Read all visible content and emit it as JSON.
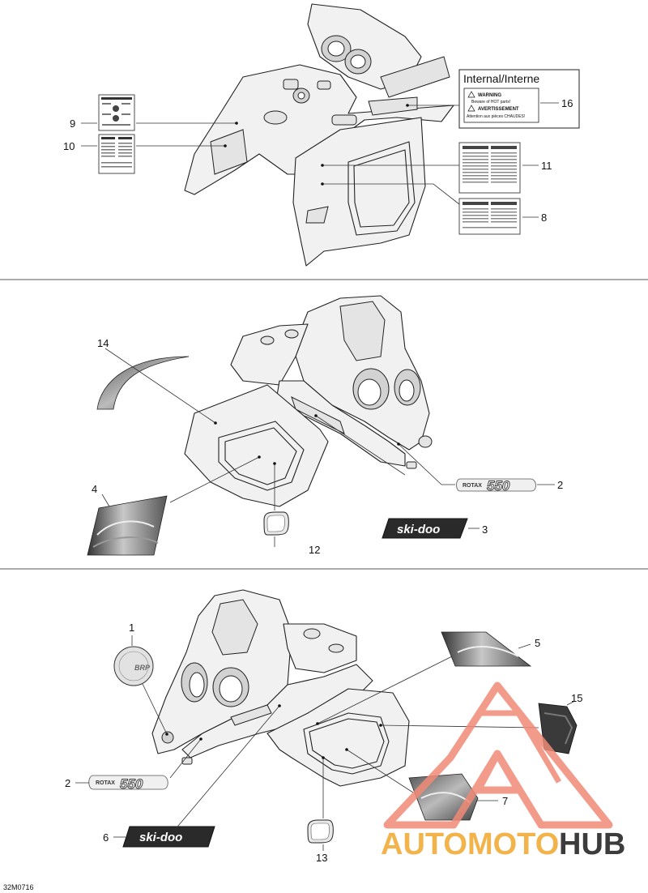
{
  "watermark": {
    "brand_left": "AUTOMOTO",
    "brand_right": "HUB",
    "accent_color": "#f08a76",
    "brand_left_color": "#f2b34a",
    "brand_right_color": "#3c3c3c"
  },
  "figure_code": "32M0716",
  "labels": {
    "internal_box_title": "Internal/Interne",
    "warning_heading": "WARNING",
    "warning_line": "Beware of HOT parts!",
    "avertissement_heading": "AVERTISSEMENT",
    "avertissement_line": "Attention aux pièces CHAUDES!",
    "rotax_word": "ROTAX",
    "rotax_number": "550",
    "skidoo_word": "ski-doo",
    "brp_word": "BRP"
  },
  "callouts": {
    "c1": "1",
    "c2_mid": "2",
    "c2_bottom": "2",
    "c3": "3",
    "c4": "4",
    "c5": "5",
    "c6": "6",
    "c7": "7",
    "c8": "8",
    "c9": "9",
    "c10": "10",
    "c11": "11",
    "c12": "12",
    "c13": "13",
    "c14": "14",
    "c15": "15",
    "c16": "16"
  }
}
